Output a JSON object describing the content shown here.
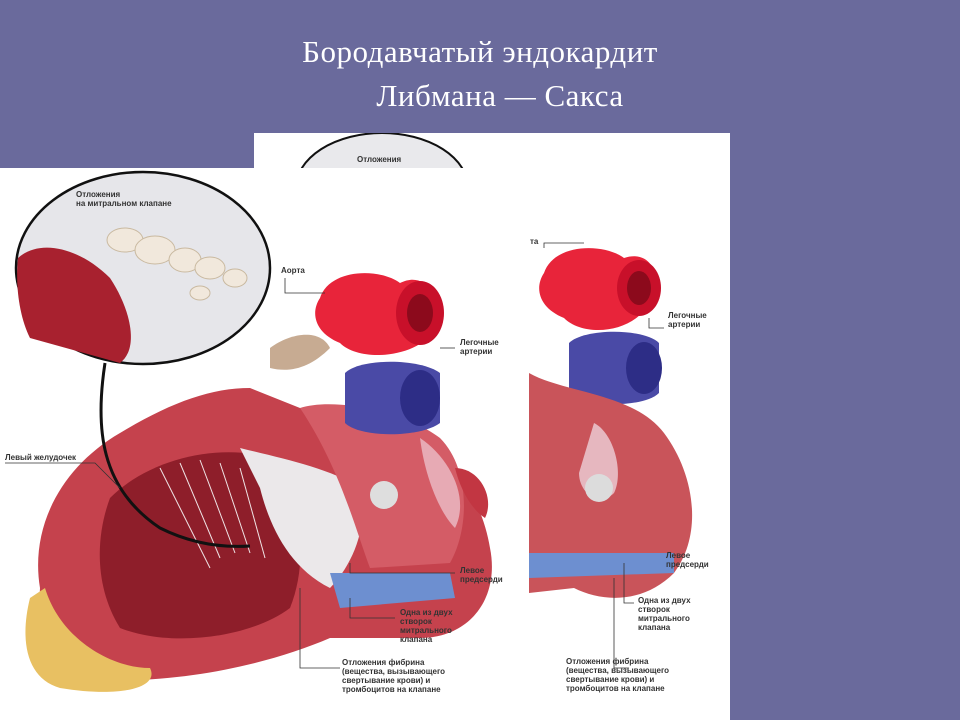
{
  "slide": {
    "title_line1": "Бородавчатый эндокардит",
    "title_line2": "Либмана — Сакса",
    "background_color": "#6a6a9c"
  },
  "illustration": {
    "front_labels": {
      "inset": "Отложения\nна митральном клапане",
      "aorta": "Аорта",
      "pulmonary": "Легочные\nартерии",
      "left_ventricle": "Левый желудочек",
      "left_atrium": "Левое\nпредсерди",
      "leaflet": "Одна из двух\nстворок\nмитрального\nклапана",
      "fibrin": "Отложения фибрина\n(вещества, вызывающего\nсвертывание крови) и\nтромбоцитов на клапане"
    },
    "back_labels": {
      "inset": "Отложения",
      "aorta": "та",
      "pulmonary": "Легочные\nартерии",
      "left_atrium": "Левое\nпредсерди",
      "leaflet": "Одна из двух\nстворок\nмитрального\nклапана",
      "fibrin": "Отложения фибрина\n(вещества, вызывающего\nсвертывание крови) и\nтромбоцитов на клапане"
    }
  }
}
